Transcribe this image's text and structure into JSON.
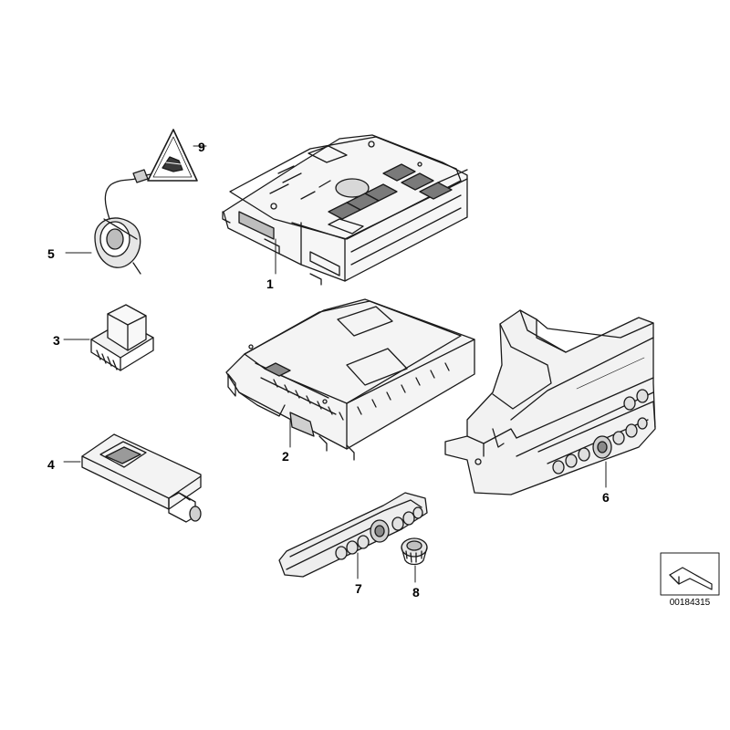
{
  "diagram": {
    "callouts": {
      "c1": "1",
      "c2": "2",
      "c3": "3",
      "c4": "4",
      "c5": "5",
      "c6": "6",
      "c7": "7",
      "c8": "8",
      "c9": "9"
    },
    "reference_code": "00184315"
  }
}
